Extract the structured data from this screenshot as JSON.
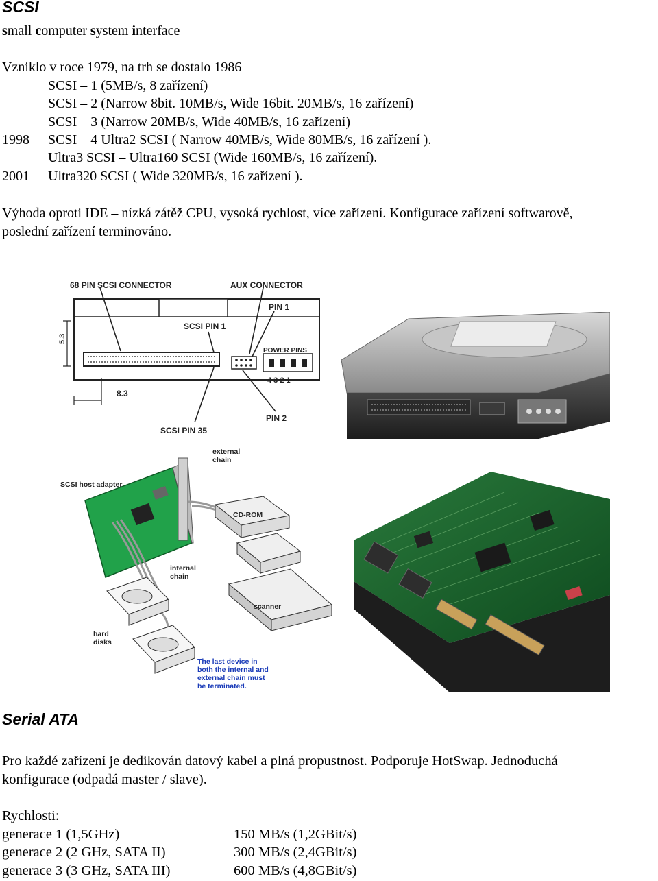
{
  "scsi": {
    "title": "SCSI",
    "subtitle_parts": [
      "s",
      "mall ",
      "c",
      "omputer ",
      "s",
      "ystem ",
      "i",
      "nterface"
    ],
    "history_intro": "Vzniklo v roce 1979, na trh se dostalo 1986",
    "history": [
      {
        "year": "",
        "text": "SCSI – 1 (5MB/s, 8 zařízení)"
      },
      {
        "year": "",
        "text": "SCSI – 2 (Narrow 8bit. 10MB/s, Wide 16bit. 20MB/s, 16 zařízení)"
      },
      {
        "year": "",
        "text": "SCSI – 3 (Narrow 20MB/s, Wide 40MB/s, 16 zařízení)"
      },
      {
        "year": "1998",
        "text": "SCSI – 4 Ultra2 SCSI ( Narrow 40MB/s, Wide 80MB/s, 16 zařízení )."
      },
      {
        "year": "",
        "text": "Ultra3 SCSI – Ultra160 SCSI (Wide 160MB/s, 16 zařízení)."
      },
      {
        "year": "2001",
        "text": "Ultra320 SCSI ( Wide 320MB/s, 16 zařízení )."
      }
    ],
    "advantage_line1": "Výhoda oproti IDE – nízká zátěž CPU, vysoká rychlost, více zařízení. Konfigurace zařízení softwarově,",
    "advantage_line2": "poslední zařízení terminováno.",
    "figures": {
      "connector_diagram": {
        "label_68pin": "68 PIN SCSI CONNECTOR",
        "label_aux": "AUX CONNECTOR",
        "label_pin1": "PIN 1",
        "label_scsi_pin1": "SCSI PIN 1",
        "label_power": "POWER PINS",
        "label_power_nums": "4  3  2  1",
        "label_pin2": "PIN 2",
        "label_scsi_pin35": "SCSI PIN 35",
        "dim_vertical": "5.3",
        "dim_horizontal": "8.3"
      },
      "chain_diagram": {
        "label_host": "SCSI host adapter",
        "label_external_1": "external",
        "label_external_2": "chain",
        "label_cdrom": "CD-ROM",
        "label_internal_1": "internal",
        "label_internal_2": "chain",
        "label_scanner": "scanner",
        "label_hard_1": "hard",
        "label_hard_2": "disks",
        "note_1": "The last device in",
        "note_2": "both the internal and",
        "note_3": "external chain must",
        "note_4": "be terminated."
      }
    }
  },
  "sata": {
    "title": "Serial ATA",
    "para_line1": "Pro každé zařízení je dedikován datový kabel a plná propustnost. Podporuje HotSwap. Jednoduchá",
    "para_line2": "konfigurace (odpadá master / slave).",
    "speeds_heading": "Rychlosti:",
    "speeds": [
      {
        "gen": "generace 1 (1,5GHz)",
        "rate": "150 MB/s (1,2GBit/s)"
      },
      {
        "gen": "generace 2 (2 GHz, SATA II)",
        "rate": "300 MB/s (2,4GBit/s)"
      },
      {
        "gen": "generace 3 (3 GHz, SATA III)",
        "rate": "600 MB/s (4,8GBit/s)"
      }
    ]
  }
}
